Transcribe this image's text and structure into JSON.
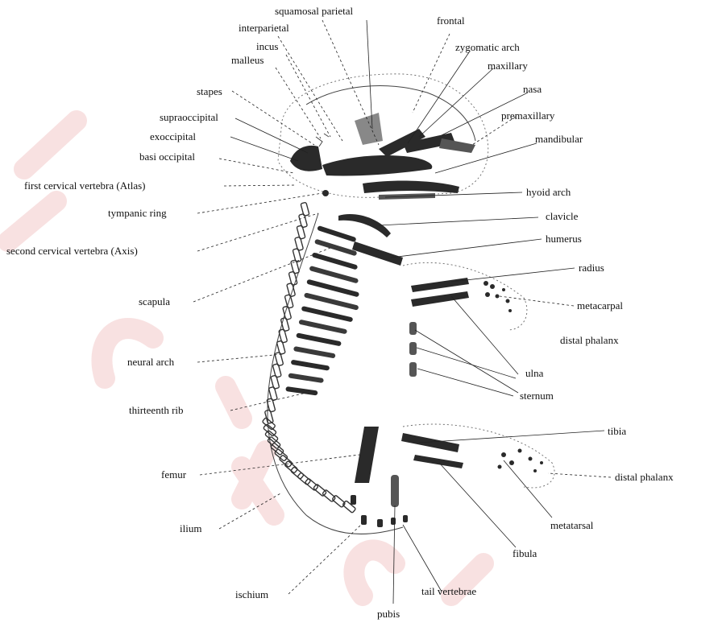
{
  "labels": {
    "squamosal_parietal": "squamosal parietal",
    "interparietal": "interparietal",
    "frontal": "frontal",
    "incus": "incus",
    "zygomatic_arch": "zygomatic arch",
    "malleus": "malleus",
    "maxillary": "maxillary",
    "nasa": "nasa",
    "stapes": "stapes",
    "premaxillary": "premaxillary",
    "supraoccipital": "supraoccipital",
    "exoccipital": "exoccipital",
    "mandibular": "mandibular",
    "basi_occipital": "basi occipital",
    "first_cervical_vertebra": "first cervical vertebra (Atlas)",
    "hyoid_arch": "hyoid arch",
    "tympanic_ring": "tympanic ring",
    "clavicle": "clavicle",
    "humerus": "humerus",
    "second_cervical_vertebra": "second cervical vertebra (Axis)",
    "radius": "radius",
    "scapula": "scapula",
    "metacarpal": "metacarpal",
    "distal_phalanx_fore": "distal phalanx",
    "neural_arch": "neural arch",
    "ulna": "ulna",
    "sternum": "sternum",
    "thirteenth_rib": "thirteenth rib",
    "tibia": "tibia",
    "femur": "femur",
    "distal_phalanx_hind": "distal phalanx",
    "metatarsal": "metatarsal",
    "ilium": "ilium",
    "fibula": "fibula",
    "tail_vertebrae": "tail vertebrae",
    "ischium": "ischium",
    "pubis": "pubis"
  },
  "colors": {
    "ink": "#111111",
    "bone": "#2a2a2a",
    "watermark": "#f3c9c9"
  }
}
